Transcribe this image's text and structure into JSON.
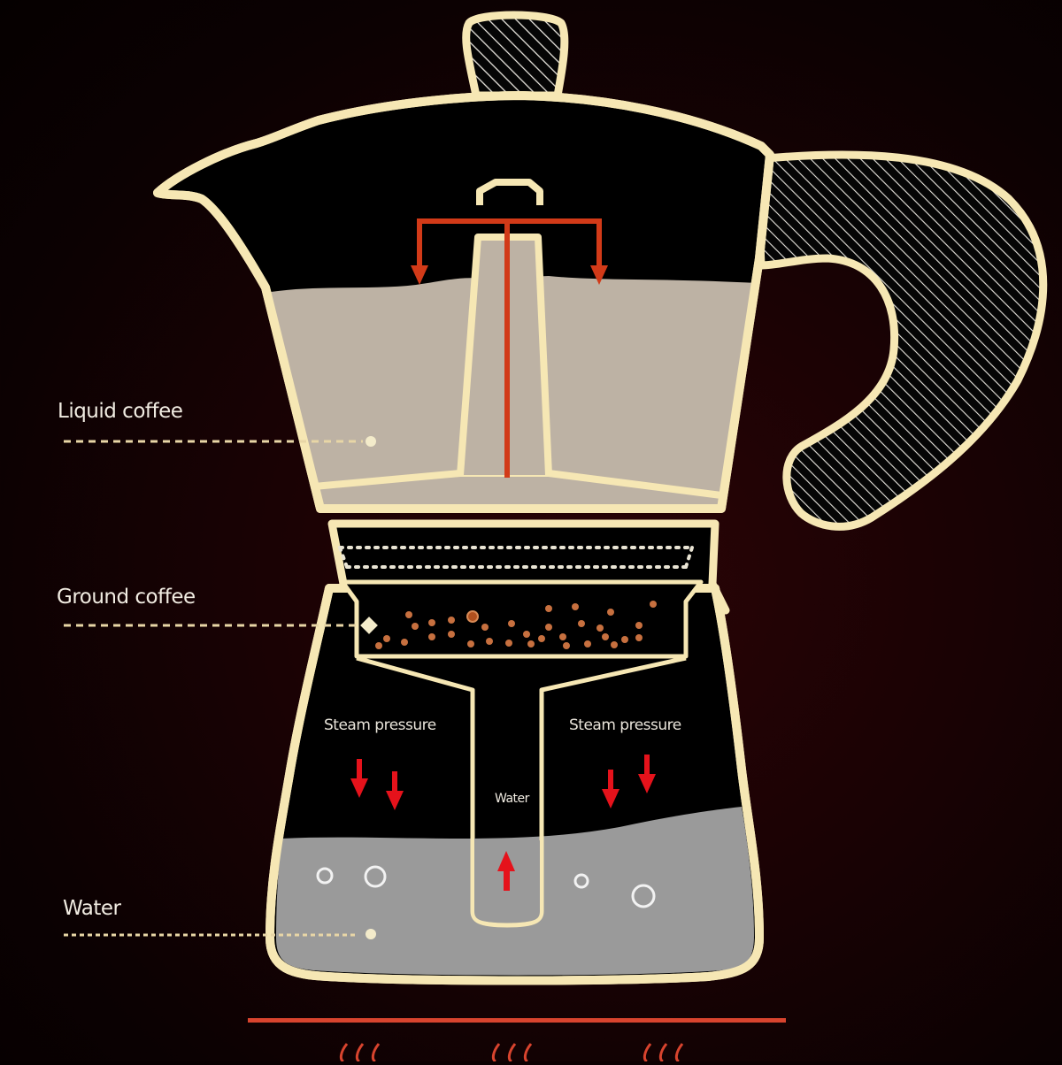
{
  "diagram": {
    "subject": "Moka pot brewing cross-section",
    "colors": {
      "background": "#1a0204",
      "outline": "#f6e7b4",
      "pot_interior": "#000000",
      "liquid_coffee": "#bdb2a4",
      "water": "#9a9a9a",
      "flow_arrow": "#d23a18",
      "pressure_arrow": "#e5121b",
      "coffee_grounds": "#c7703f",
      "heat": "#d8442e"
    },
    "side_labels": [
      {
        "id": "liquid-coffee",
        "text": "Liquid coffee"
      },
      {
        "id": "ground-coffee",
        "text": "Ground coffee"
      },
      {
        "id": "water",
        "text": "Water"
      }
    ],
    "inner_labels": {
      "steam_left": "Steam pressure",
      "steam_right": "Steam pressure",
      "water_tube": "Water"
    },
    "components": [
      "lid-knob",
      "lid",
      "spout",
      "upper-chamber",
      "central-column",
      "handle",
      "filter-plate",
      "filter-basket",
      "funnel-tube",
      "lower-boiler",
      "heat-source"
    ],
    "arrows": {
      "coffee_flow": [
        "up-through-column",
        "down-left",
        "down-right"
      ],
      "steam_pressure_down": 4,
      "water_up": 1
    },
    "heat_waves": 3,
    "bubbles": 4
  }
}
